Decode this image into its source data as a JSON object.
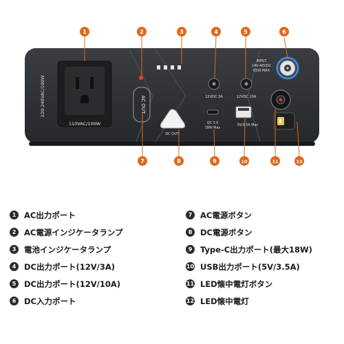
{
  "panel": {
    "ac_rating": "110VAC/100W",
    "ac_side_rating": "220-240VAC/100W",
    "ac_out_button": "AC OUT",
    "dc_out_button": "DC OUT",
    "dc_port_3a": "12VDC 3A",
    "dc_port_10a": "12VDC 10A",
    "input_label": "INPUT",
    "input_voltage": "14V-40VDC",
    "input_max": "65W MAX",
    "typec_label_1": "QC 3.0",
    "typec_label_2": "18W Max",
    "usb_label": "5V/3.5A Max"
  },
  "colors": {
    "panel": "#2f3235",
    "callout": "#e0691c",
    "led": "#ff3b1f",
    "input_ring": "#3f86d8"
  },
  "legend": {
    "left": [
      {
        "num": "1",
        "label": "AC出力ポート"
      },
      {
        "num": "2",
        "label": "AC電源インジケータランプ"
      },
      {
        "num": "3",
        "label": "電池インジケータランプ"
      },
      {
        "num": "4",
        "label": "DC出力ポート(12V/3A)"
      },
      {
        "num": "5",
        "label": "DC出力ポート(12V/10A)"
      },
      {
        "num": "6",
        "label": "DC入力ポート"
      }
    ],
    "right": [
      {
        "num": "7",
        "label": "AC電源ボタン"
      },
      {
        "num": "8",
        "label": "DC電源ボタン"
      },
      {
        "num": "9",
        "label": "Type-C出力ポート(最大18W)"
      },
      {
        "num": "10",
        "label": "USB出力ポート(5V/3.5A)"
      },
      {
        "num": "11",
        "label": "LED懐中電灯ボタン"
      },
      {
        "num": "12",
        "label": "LED懐中電灯"
      }
    ]
  }
}
